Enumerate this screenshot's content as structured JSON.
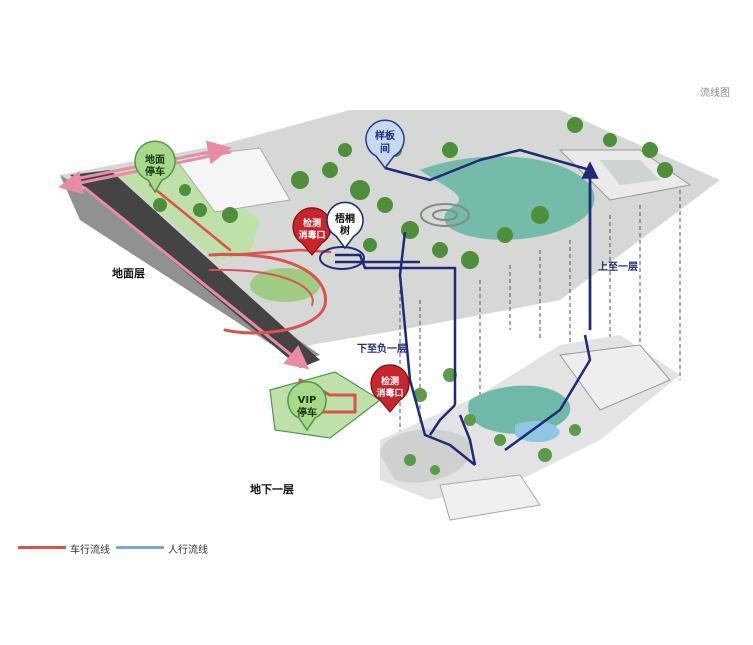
{
  "title": "流线图",
  "levels": {
    "ground": "地面层",
    "basement": "地下一层"
  },
  "pins": {
    "ground_parking": [
      "地面",
      "停车"
    ],
    "sample_room": [
      "样板",
      "间"
    ],
    "disinfect_ground": [
      "检测",
      "消毒口"
    ],
    "tree": [
      "梧桐",
      "树"
    ],
    "vip_parking": [
      "VIP",
      "停车"
    ],
    "disinfect_basement": [
      "检测",
      "消毒口"
    ]
  },
  "flow_labels": {
    "down": "下至负一层",
    "up": "上至一层"
  },
  "legend": {
    "vehicle": "车行流线",
    "pedestrian": "人行流线"
  },
  "colors": {
    "vehicle": "#d9534f",
    "vehicle_arrow": "#e88ca6",
    "pedestrian": "#1f2a78",
    "legend_pedestrian": "#7aa7d6",
    "pin_green": "#a8d88a",
    "pin_red": "#c9252c",
    "pin_blue": "#c7d9ef",
    "water": "#6fb9a8",
    "vegetation": "#4f8f3c"
  }
}
